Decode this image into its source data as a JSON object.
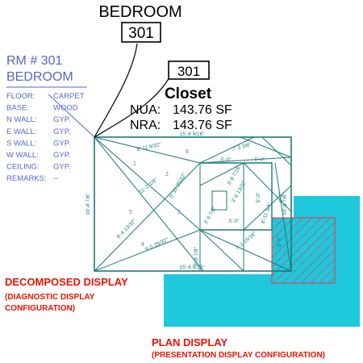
{
  "colors": {
    "plan_fill": "#1fc8dc",
    "hatch_stroke": "#ee3344",
    "decomposed_stroke": "#1a7a7a",
    "dimension_text": "#1a7a7a",
    "schedule_text": "#5566cc",
    "leader": "#111111",
    "red_label": "#ee1100",
    "black_text": "#000000"
  },
  "top_tag": {
    "room_name": "BEDROOM",
    "room_number": "301"
  },
  "room_schedule": {
    "title_line1": "RM # 301",
    "title_line2": "BEDROOM",
    "rows": [
      {
        "label": "FLOOR:",
        "value": "CARPET"
      },
      {
        "label": "BASE:",
        "value": "WOOD"
      },
      {
        "label": "N WALL:",
        "value": "GYP."
      },
      {
        "label": "E WALL:",
        "value": "GYP."
      },
      {
        "label": "S WALL:",
        "value": "GYP."
      },
      {
        "label": "W WALL:",
        "value": "GYP."
      },
      {
        "label": "CEILING:",
        "value": "GYP."
      },
      {
        "label": "REMARKS:",
        "value": "--"
      }
    ]
  },
  "closet_tag": {
    "room_number": "301",
    "room_name": "Closet",
    "nua_label": "NUA:",
    "nua_value": "143.76 SF",
    "nra_label": "NRA:",
    "nra_value": "143.76 SF"
  },
  "dimensions": {
    "top": "15'-8 9/16\"",
    "bottom": "15'-8 9/16\"",
    "left": "10'-8 7/8\"",
    "right": "10'-8 7/8\"",
    "d1": "8'-11 9/32\"",
    "d2": "11'-2 1/8\"",
    "d3": "5'-10 25/32\"",
    "d4": "8'-4 13/32\"",
    "d5": "9'-5 25/32\"",
    "d6": "3'-8 7/8\"",
    "d7": "7'-3 3/8\"",
    "d8": "5'-0\"",
    "d9": "5'-0\"",
    "d10": "3'-6 7/8\"",
    "d11": "3'-6 13/32\"",
    "d12": "5'-0\"",
    "d13": "7'-1 15/16\"",
    "d14": "5'-0\"",
    "d15": "3'-8 7/16\"",
    "d16": "5'-0\"",
    "d17": "6'-11 3/4\"",
    "d18": "4'-2\""
  },
  "triangle_numbers": [
    "1",
    "2",
    "3",
    "4",
    "5",
    "6"
  ],
  "labels": {
    "decomposed_line1": "DECOMPOSED DISPLAY",
    "decomposed_line2": "(DIAGNOSTIC DISPLAY",
    "decomposed_line3": "CONFIGURATION)",
    "plan_line1": "PLAN DISPLAY",
    "plan_line2": "(PRESENTATION DISPLAY CONFIGURATION)"
  }
}
